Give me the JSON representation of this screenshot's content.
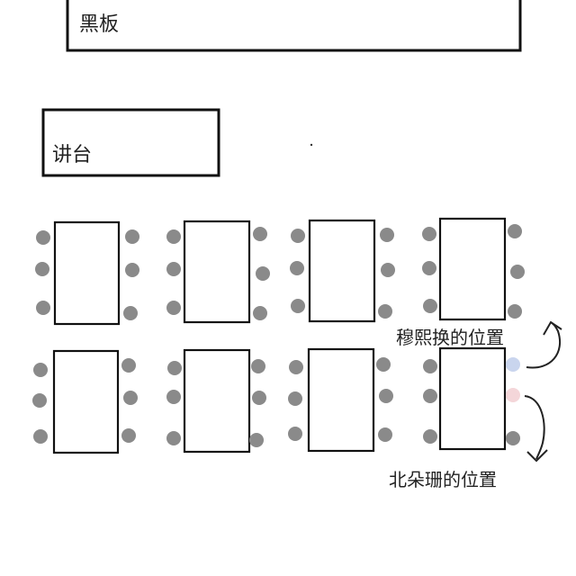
{
  "labels": {
    "blackboard": "黑板",
    "podium": "讲台",
    "mu_xihuan_position": "穆熙换的位置",
    "bei_duoshan_position": "北朵珊的位置"
  },
  "classroom": {
    "desk_rows": 2,
    "desk_columns": 4,
    "seats_per_side": 3
  },
  "colors": {
    "seat": "#8a8a8a",
    "outline": "#111111",
    "highlight_blue": "#c9d5ee",
    "highlight_pink": "#f4d6d9"
  }
}
